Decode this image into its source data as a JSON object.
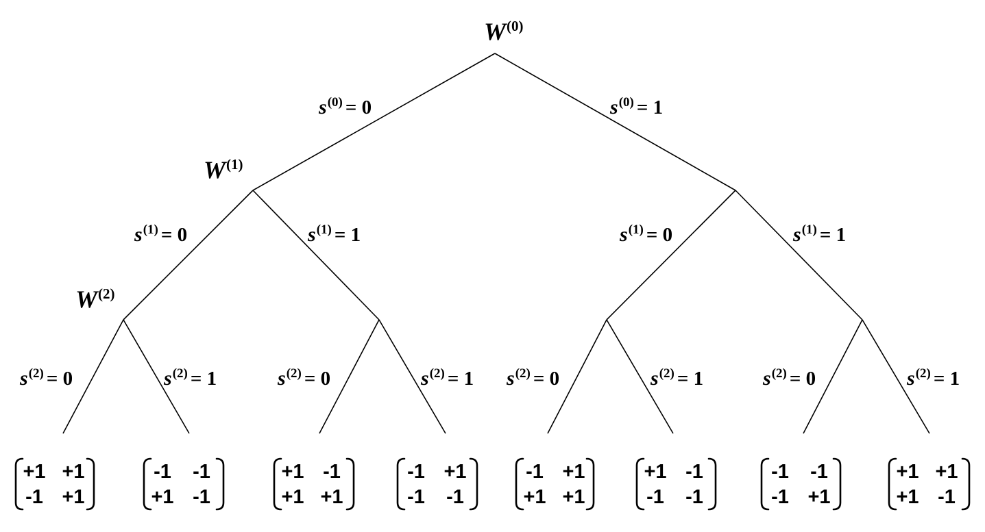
{
  "levels": [
    {
      "node": "W",
      "index": "(0)",
      "edge_var": "s",
      "edge_index": "(0)",
      "edge_labels": [
        "= 0",
        "= 1"
      ]
    },
    {
      "node": "W",
      "index": "(1)",
      "edge_var": "s",
      "edge_index": "(1)",
      "edge_labels": [
        "= 0",
        "= 1",
        "= 0",
        "= 1"
      ]
    },
    {
      "node": "W",
      "index": "(2)",
      "edge_var": "s",
      "edge_index": "(2)",
      "edge_labels": [
        "= 0",
        "= 1",
        "= 0",
        "= 1",
        "= 0",
        "= 1",
        "= 0",
        "= 1"
      ]
    }
  ],
  "leaves": [
    [
      [
        "+1",
        "+1"
      ],
      [
        "-1",
        "+1"
      ]
    ],
    [
      [
        "-1",
        "-1"
      ],
      [
        "+1",
        "-1"
      ]
    ],
    [
      [
        "+1",
        "-1"
      ],
      [
        "+1",
        "+1"
      ]
    ],
    [
      [
        "-1",
        "+1"
      ],
      [
        "-1",
        "-1"
      ]
    ],
    [
      [
        "-1",
        "+1"
      ],
      [
        "+1",
        "+1"
      ]
    ],
    [
      [
        "+1",
        "-1"
      ],
      [
        "-1",
        "-1"
      ]
    ],
    [
      [
        "-1",
        "-1"
      ],
      [
        "-1",
        "+1"
      ]
    ],
    [
      [
        "+1",
        "+1"
      ],
      [
        "+1",
        "-1"
      ]
    ]
  ]
}
